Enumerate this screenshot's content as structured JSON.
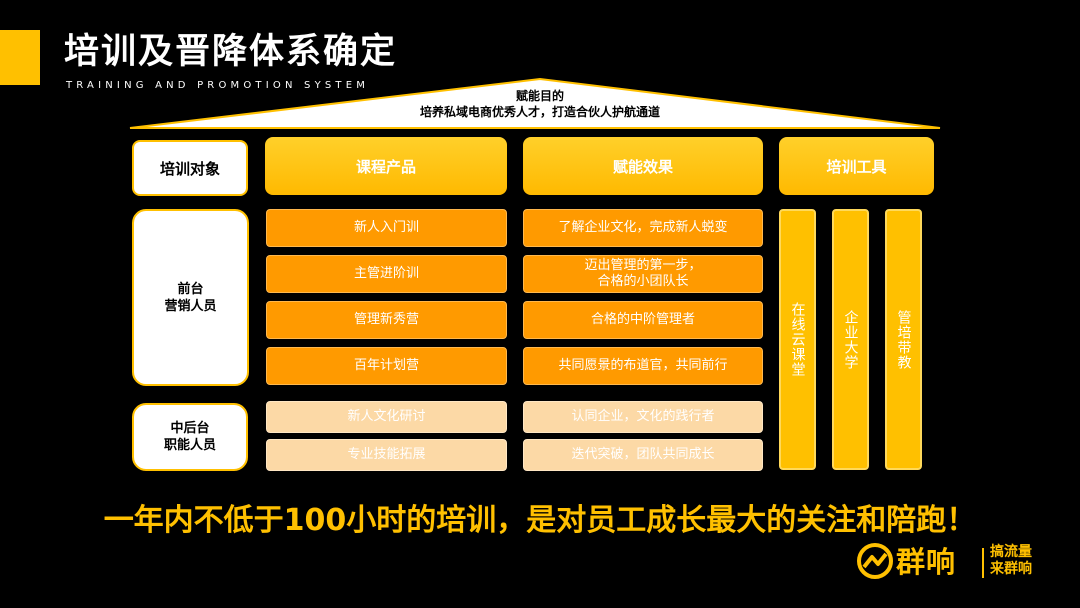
{
  "header": {
    "title": "培训及晋降体系确定",
    "subtitle": "TRAINING AND PROMOTION SYSTEM"
  },
  "roof": {
    "line1": "赋能目的",
    "line2": "培养私域电商优秀人才，打造合伙人护航通道"
  },
  "columns": {
    "target": "培训对象",
    "course": "课程产品",
    "effect": "赋能效果",
    "tools": "培训工具"
  },
  "categories": {
    "front": [
      "前台",
      "营销人员"
    ],
    "back": [
      "中后台",
      "职能人员"
    ]
  },
  "courses": [
    "新人入门训",
    "主管进阶训",
    "管理新秀营",
    "百年计划营",
    "新人文化研讨",
    "专业技能拓展"
  ],
  "effects": [
    [
      "了解企业文化，完成新人蜕变"
    ],
    [
      "迈出管理的第一步，",
      "合格的小团队长"
    ],
    [
      "合格的中阶管理者"
    ],
    [
      "共同愿景的布道官，共同前行"
    ],
    [
      "认同企业，文化的践行者"
    ],
    [
      "迭代突破，团队共同成长"
    ]
  ],
  "tools": [
    "在线云课堂",
    "企业大学",
    "管培带教"
  ],
  "slogan": "一年内不低于100小时的培训，是对员工成长最大的关注和陪跑！",
  "brand": {
    "name": "群响",
    "tagline1": "搞流量",
    "tagline2": "来群响"
  },
  "colors": {
    "accent": "#FFC000",
    "orange": "#FF9A00",
    "peach": "#FCD9A6",
    "background": "#000000"
  },
  "icons": [
    "brand-logo-icon"
  ]
}
